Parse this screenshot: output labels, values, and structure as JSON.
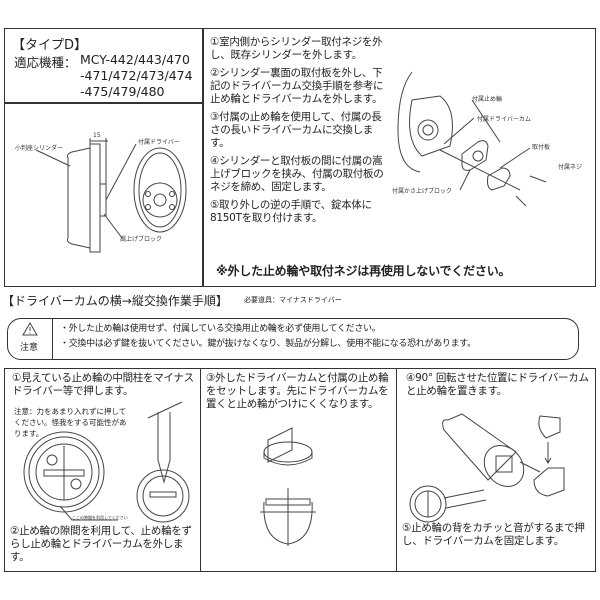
{
  "type_section": {
    "title": "【タイプD】",
    "models_label": "適応機種：",
    "models": [
      "MCY-442/443/470",
      "-471/472/473/474",
      "-475/479/480"
    ],
    "diagram_labels": {
      "cylinder": "小判座シリンダー",
      "dimension": "15",
      "driver": "付属ドライバー",
      "block": "嵩上げブロック"
    }
  },
  "steps": [
    "①室内側からシリンダー取付ネジを外し、既存シリンダーを外します。",
    "②シリンダー裏面の取付板を外し、下記のドライバーカム交換手順を参考に止め輪とドライバーカムを外します。",
    "③付属の止め輪を使用して、付属の長さの長いドライバーカムに交換します。",
    "④シリンダーと取付板の間に付属の嵩上げブロックを挟み、付属の取付板のネジを締め、固定します。",
    "⑤取り外しの逆の手順で、錠本体に8150Tを取り付けます。"
  ],
  "exploded_labels": {
    "ring": "付属止め輪",
    "cam": "付属ドライバーカム",
    "plate": "取付板",
    "screw": "付属ネジ",
    "block": "付属かさ上げブロック"
  },
  "warning_reuse": "※外した止め輪や取付ネジは再使用しないでください。",
  "procedure": {
    "title": "【ドライバーカムの横→縦交換作業手順】",
    "tool": "必要道具：マイナスドライバー"
  },
  "caution": {
    "label": "注意",
    "icon": "warning-triangle-icon",
    "lines": [
      "・外した止め輪は使用せず、付属している交換用止め輪を必ず使用してください。",
      "・交換中は必ず鍵を抜いてください。鍵が抜けなくなり、製品が分解し、使用不能になる恐れがあります。"
    ]
  },
  "panels": [
    {
      "step1": "①見えている止め輪の中間柱をマイナスドライバー等で押します。",
      "note": "注意：力をあまり入れずに押してください。怪我をする可能性があります。",
      "gap_label": "ここの隙間を利用してください",
      "step2": "②止め輪の隙間を利用して、止め輪をずらし止め輪とドライバーカムを外します。"
    },
    {
      "step3": "③外したドライバーカムと付属の止め輪をセットします。先にドライバーカムを置くと止め輪がつけにくくなります。"
    },
    {
      "step4": "④90° 回転させた位置にドライバーカムと止め輪を置きます。",
      "step5": "⑤止め輪の背をカチッと音がするまで押し、ドライバーカムを固定します。"
    }
  ]
}
